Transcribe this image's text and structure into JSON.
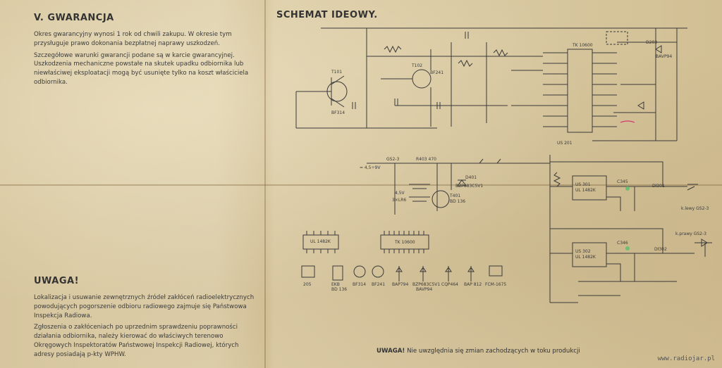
{
  "warranty": {
    "title": "V. GWARANCJA",
    "p1": "Okres gwarancyjny wynosi 1 rok od chwili zakupu. W okresie tym przysługuje prawo dokonania bezpłatnej naprawy uszkodzeń.",
    "p2": "Szczegółowe warunki gwarancji podane są w karcie gwarancyjnej. Uszkodzenia mechaniczne powstałe na skutek upadku odbiornika lub niewłaściwej eksploatacji mogą być usunięte tylko na koszt właściciela odbiornika."
  },
  "uwaga": {
    "title": "UWAGA!",
    "p1": "Lokalizacja i usuwanie zewnętrznych źródeł zakłóceń radioelektrycznych powodujących pogorszenie odbioru radiowego zajmuje się Państwowa Inspekcja Radiowa.",
    "p2": "Zgłoszenia o zakłóceniach po uprzednim sprawdzeniu poprawności działania odbiornika, należy kierować do właściwych terenowo Okręgowych Inspektoratów Państwowej Inspekcji Radiowej, których adresy posiadają p-kty WPHW."
  },
  "schematic": {
    "title": "SCHEMAT IDEOWY.",
    "note_bold": "UWAGA!",
    "note_rest": " Nie uwzględnia się zmian zachodzących w toku produkcji",
    "labels": {
      "t101": "T101",
      "t101t": "BF314",
      "t102": "T102",
      "t102t": "BF241",
      "us201": "US 201",
      "tk": "TK 10600",
      "us301": "US 301",
      "us301t": "UL 1482K",
      "us302": "US 302",
      "us302t": "UL 1482K",
      "t401": "T401",
      "t401t": "BD 136",
      "d401": "D401",
      "d401t": "BZP683C5V1",
      "r403": "R403 470",
      "gs23": "GS2-3",
      "supply": "= 4,5÷9V",
      "batt": "4,5V",
      "batt2": "3×LR6",
      "kprawy": "k.prawy GS2-3",
      "klewy": "k.lewy GS2-3",
      "d203": "D203",
      "bavp94": "BAVP94",
      "d301": "Dł301",
      "d302": "Dł302",
      "c345": "C345",
      "c346": "C346",
      "pkg_ul": "UL 1482K",
      "pkg_tk": "TK 10600",
      "pkg1": "205",
      "pkg2": "BD 136",
      "pkg2b": "EKB",
      "pkg3": "BF314",
      "pkg4": "BF241",
      "pkg5": "BAP794",
      "pkg6": "BZP683C5V1",
      "pkg6b": "BAVP94",
      "pkg7": "CQP464",
      "pkg8": "BAP 812",
      "pkg9": "FCM-1675"
    }
  },
  "watermark": "www.radiojar.pl"
}
